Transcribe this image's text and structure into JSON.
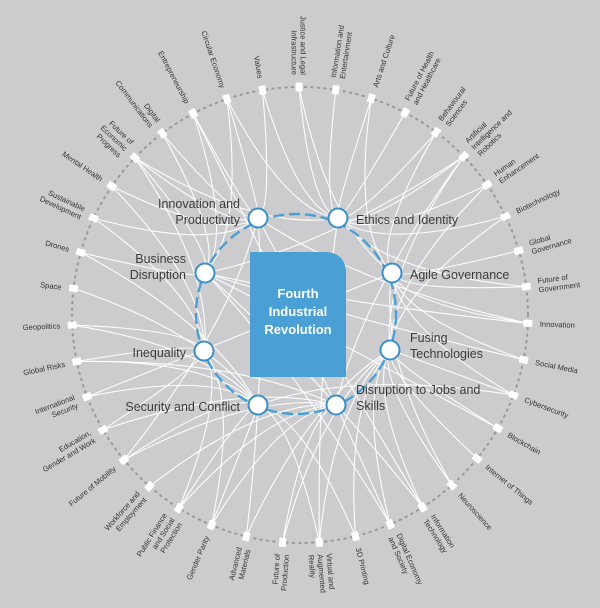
{
  "colors": {
    "background": "#ccccce",
    "accent": "#4a9fd4",
    "link": "#ffffff",
    "dotted_ring": "#999999",
    "inner_node_fill": "#ffffff",
    "inner_node_stroke": "#3a8fc8",
    "outer_node_fill": "#ffffff"
  },
  "center": {
    "title_lines": [
      "Fourth",
      "Industrial",
      "Revolution"
    ]
  },
  "inner_nodes": [
    {
      "id": "ethics",
      "label_lines": [
        "Ethics and Identity"
      ]
    },
    {
      "id": "agile",
      "label_lines": [
        "Agile Governance"
      ]
    },
    {
      "id": "fusing",
      "label_lines": [
        "Fusing",
        "Technologies"
      ]
    },
    {
      "id": "jobs",
      "label_lines": [
        "Disruption to Jobs and",
        "Skills"
      ]
    },
    {
      "id": "security",
      "label_lines": [
        "Security and Conflict"
      ]
    },
    {
      "id": "inequality",
      "label_lines": [
        "Inequality"
      ]
    },
    {
      "id": "business",
      "label_lines": [
        "Business",
        "Disruption"
      ]
    },
    {
      "id": "innovation",
      "label_lines": [
        "Innovation and",
        "Productivity"
      ]
    }
  ],
  "outer_nodes": [
    {
      "label_lines": [
        "Information and",
        "Entertainment"
      ]
    },
    {
      "label_lines": [
        "Arts and Culture"
      ]
    },
    {
      "label_lines": [
        "Future of Health",
        "and Healthcare"
      ]
    },
    {
      "label_lines": [
        "Behavioural",
        "Sciences"
      ]
    },
    {
      "label_lines": [
        "Artificial",
        "Intelligence and",
        "Robotics"
      ]
    },
    {
      "label_lines": [
        "Human",
        "Enhancement"
      ]
    },
    {
      "label_lines": [
        "Biotechnology"
      ]
    },
    {
      "label_lines": [
        "Global",
        "Governance"
      ]
    },
    {
      "label_lines": [
        "Future of",
        "Government"
      ]
    },
    {
      "label_lines": [
        "Innovation"
      ]
    },
    {
      "label_lines": [
        "Social Media"
      ]
    },
    {
      "label_lines": [
        "Cybersecurity"
      ]
    },
    {
      "label_lines": [
        "Blockchain"
      ]
    },
    {
      "label_lines": [
        "Internet of Things"
      ]
    },
    {
      "label_lines": [
        "Neuroscience"
      ]
    },
    {
      "label_lines": [
        "Information",
        "Technology"
      ]
    },
    {
      "label_lines": [
        "Digital Economy",
        "and Society"
      ]
    },
    {
      "label_lines": [
        "3D Printing"
      ]
    },
    {
      "label_lines": [
        "Virtual and",
        "Augmented",
        "Reality"
      ]
    },
    {
      "label_lines": [
        "Future of",
        "Production"
      ]
    },
    {
      "label_lines": [
        "Advanced",
        "Materials"
      ]
    },
    {
      "label_lines": [
        "Gender Parity"
      ]
    },
    {
      "label_lines": [
        "Public Finance",
        "and Social",
        "Protection"
      ]
    },
    {
      "label_lines": [
        "Workforce and",
        "Employment"
      ]
    },
    {
      "label_lines": [
        "Future of Mobility"
      ]
    },
    {
      "label_lines": [
        "Education,",
        "Gender and Work"
      ]
    },
    {
      "label_lines": [
        "International",
        "Security"
      ]
    },
    {
      "label_lines": [
        "Global Risks"
      ]
    },
    {
      "label_lines": [
        "Geopolitics"
      ]
    },
    {
      "label_lines": [
        "Space"
      ]
    },
    {
      "label_lines": [
        "Drones"
      ]
    },
    {
      "label_lines": [
        "Sustainable",
        "Development"
      ]
    },
    {
      "label_lines": [
        "Mental Health"
      ]
    },
    {
      "label_lines": [
        "Future of",
        "Economic",
        "Progress"
      ]
    },
    {
      "label_lines": [
        "Digital",
        "Communications"
      ]
    },
    {
      "label_lines": [
        "Entrepreneurship"
      ]
    },
    {
      "label_lines": [
        "Circular Economy"
      ]
    },
    {
      "label_lines": [
        "Values"
      ]
    },
    {
      "label_lines": [
        "Justice and Legal",
        "Infrastructure"
      ]
    }
  ],
  "links": [
    {
      "inner": "ethics",
      "outer": [
        0,
        1,
        2,
        3,
        4,
        5,
        6,
        36,
        37,
        38,
        33,
        8,
        18
      ]
    },
    {
      "inner": "agile",
      "outer": [
        7,
        8,
        9,
        10,
        11,
        38,
        26,
        1,
        3,
        14
      ]
    },
    {
      "inner": "fusing",
      "outer": [
        4,
        5,
        6,
        12,
        13,
        14,
        15,
        16,
        17,
        18,
        19,
        20,
        11
      ]
    },
    {
      "inner": "jobs",
      "outer": [
        23,
        25,
        19,
        21,
        22,
        24,
        35,
        16,
        4,
        27
      ]
    },
    {
      "inner": "security",
      "outer": [
        26,
        27,
        28,
        29,
        30,
        11,
        24,
        22,
        17,
        18,
        21
      ]
    },
    {
      "inner": "inequality",
      "outer": [
        25,
        21,
        22,
        32,
        31,
        28,
        27,
        33
      ]
    },
    {
      "inner": "business",
      "outer": [
        34,
        35,
        36,
        33,
        9,
        10,
        16,
        12,
        30,
        15,
        4
      ]
    },
    {
      "inner": "innovation",
      "outer": [
        33,
        34,
        35,
        9,
        31,
        32,
        36,
        15,
        20,
        37,
        24
      ]
    }
  ]
}
